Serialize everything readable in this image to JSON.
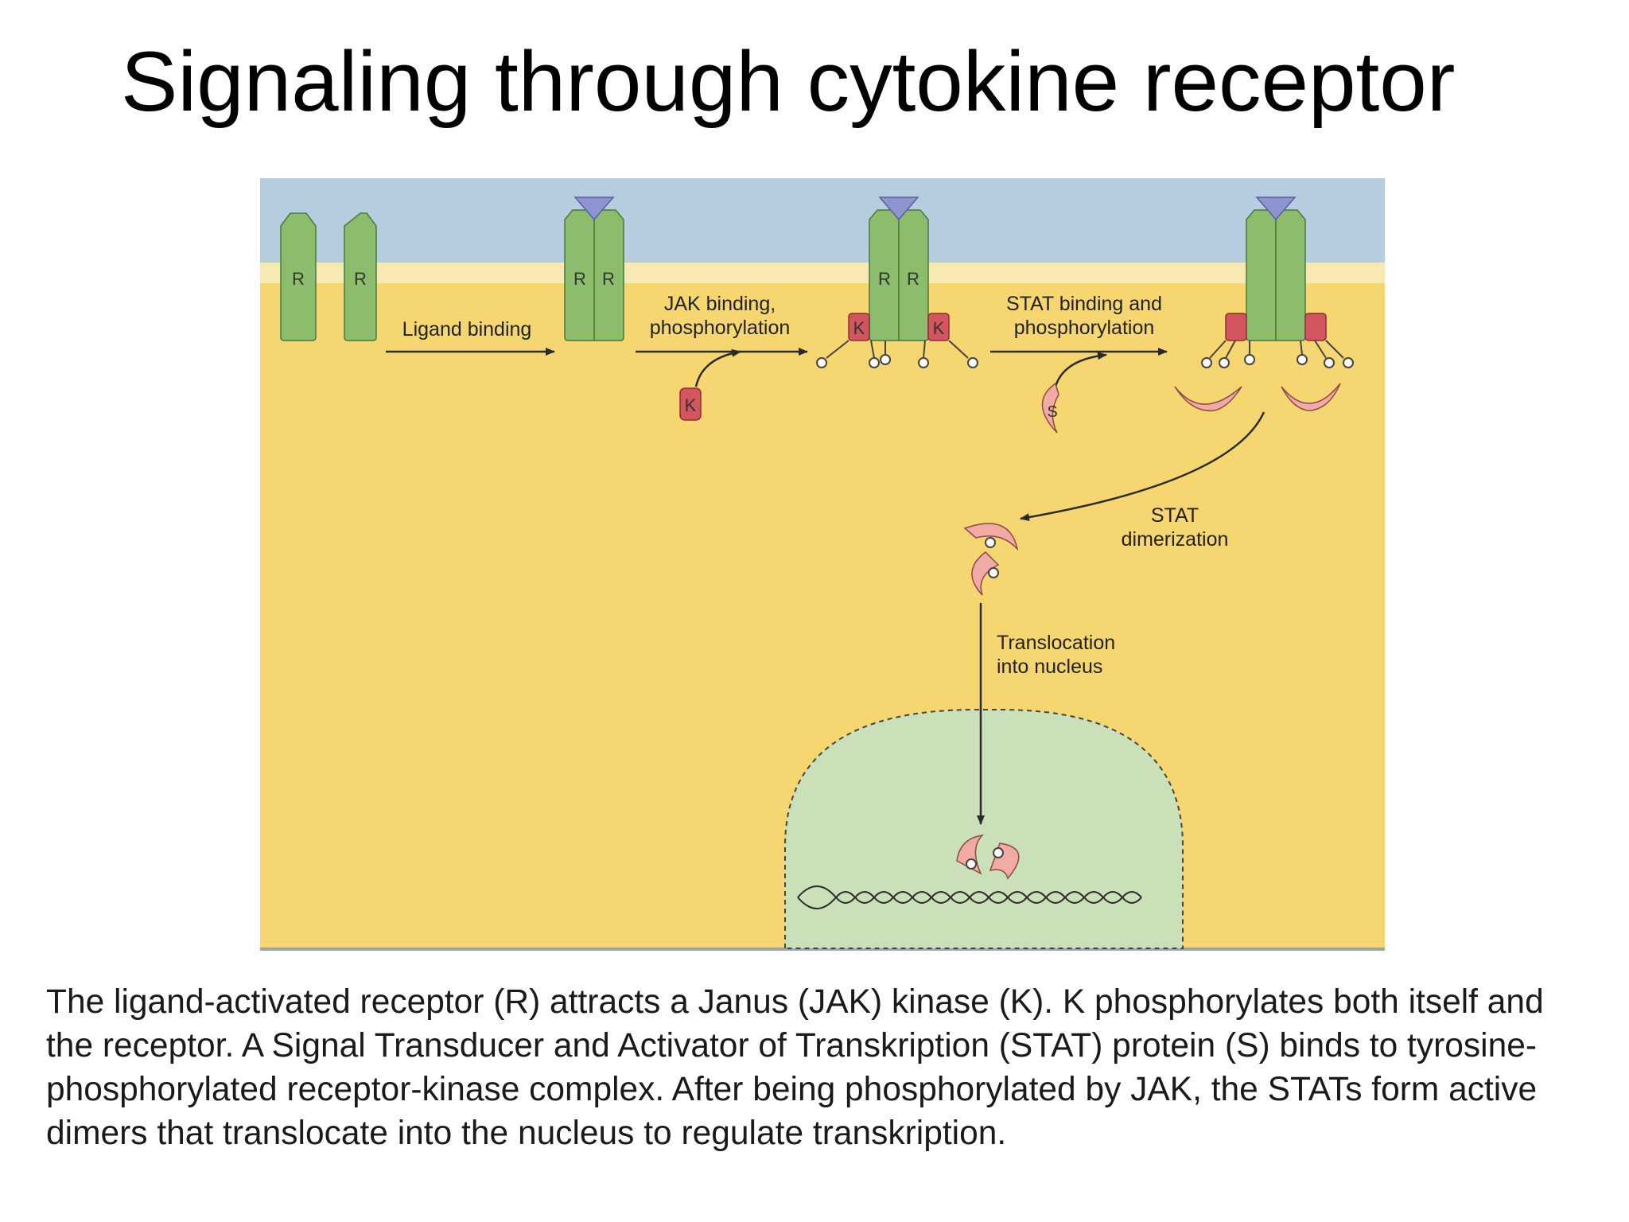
{
  "title": "Signaling through cytokine receptor",
  "diagram": {
    "receptor_label": "R",
    "kinase_label": "K",
    "stat_label": "S",
    "steps": {
      "ligand_binding": "Ligand binding",
      "jak_line1": "JAK binding,",
      "jak_line2": "phosphorylation",
      "stat_line1": "STAT binding and",
      "stat_line2": "phosphorylation",
      "dimer_line1": "STAT",
      "dimer_line2": "dimerization",
      "transloc_line1": "Translocation",
      "transloc_line2": "into nucleus"
    },
    "colors": {
      "extracellular": "#b6cde0",
      "membrane": "#f8e8b4",
      "cytoplasm": "#f6d670",
      "nucleus": "#c9e0b8",
      "receptor": "#8cbd6c",
      "ligand": "#8e94cf",
      "kinase": "#d3565f",
      "stat": "#f2aaa4"
    }
  },
  "caption": "The ligand-activated receptor (R) attracts a Janus (JAK) kinase (K). K phosphorylates both itself and the receptor. A Signal Transducer and Activator of Transkription (STAT) protein (S) binds to tyrosine-phosphorylated receptor-kinase complex. After being phosphorylated by JAK, the STATs form active dimers that translocate into the nucleus to regulate transkription."
}
